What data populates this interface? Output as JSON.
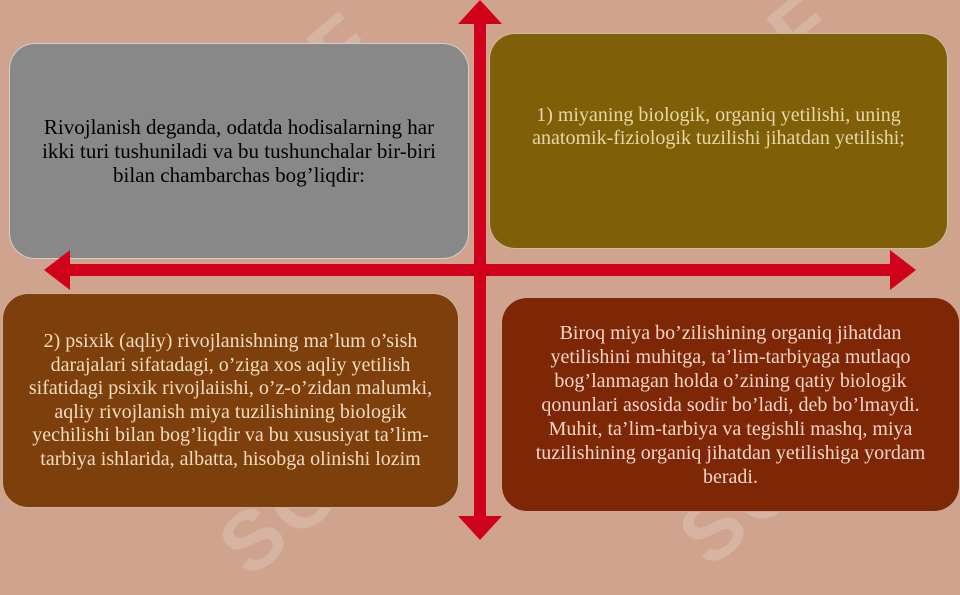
{
  "boxes": {
    "top_left": "Rivojlanish deganda, odatda hodisalarning har ikki turi tushuniladi va bu tushunchalar bir-biri bilan chambarchas bog’liqdir:",
    "top_right": "1) miyaning biologik, organiq yetilishi, uning anatomik-fiziologik  tuzilishi jihatdan yetilishi;",
    "bottom_left": "2) psixik (aqliy) rivojlanishning ma’lum o’sish darajalari sifatadagi, o’ziga xos aqliy yetilish sifatidagi psixik rivojlaiishi, o’z-o’zidan malumki, aqliy rivojlanish miya tuzilishining biologik yechilishi bilan bog’liqdir va bu xususiyat ta’lim-tarbiya ishlarida, albatta, hisobga olinishi lozim",
    "bottom_right": "Biroq miya bo’zilishining organiq jihatdan yetilishini muhitga, ta’lim-tarbiyaga mutlaqo bog’lanmagan holda o’zining qatiy biologik qonunlari asosida sodir bo’ladi, deb bo’lmaydi. Muhit, ta’lim-tarbiya va tegishli mashq, miya tuzilishining organiq jihatdan yetilishiga yordam beradi."
  },
  "watermark": {
    "text": "SOF"
  },
  "colors": {
    "background": "#cfa38d",
    "arrow": "#d0021b",
    "top_left_box": "#888888",
    "top_right_box": "#7f6008",
    "bottom_left_box": "#7d3f0c",
    "bottom_right_box": "#7e2706"
  }
}
